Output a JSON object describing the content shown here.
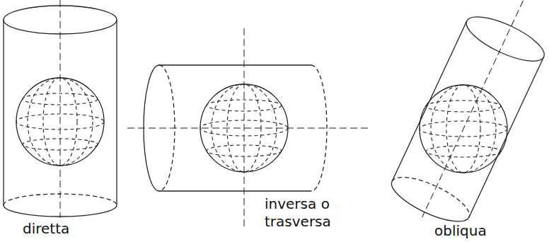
{
  "diagram": {
    "labels": [
      "diretta",
      "inversa o trasversa",
      "obliqua"
    ]
  }
}
